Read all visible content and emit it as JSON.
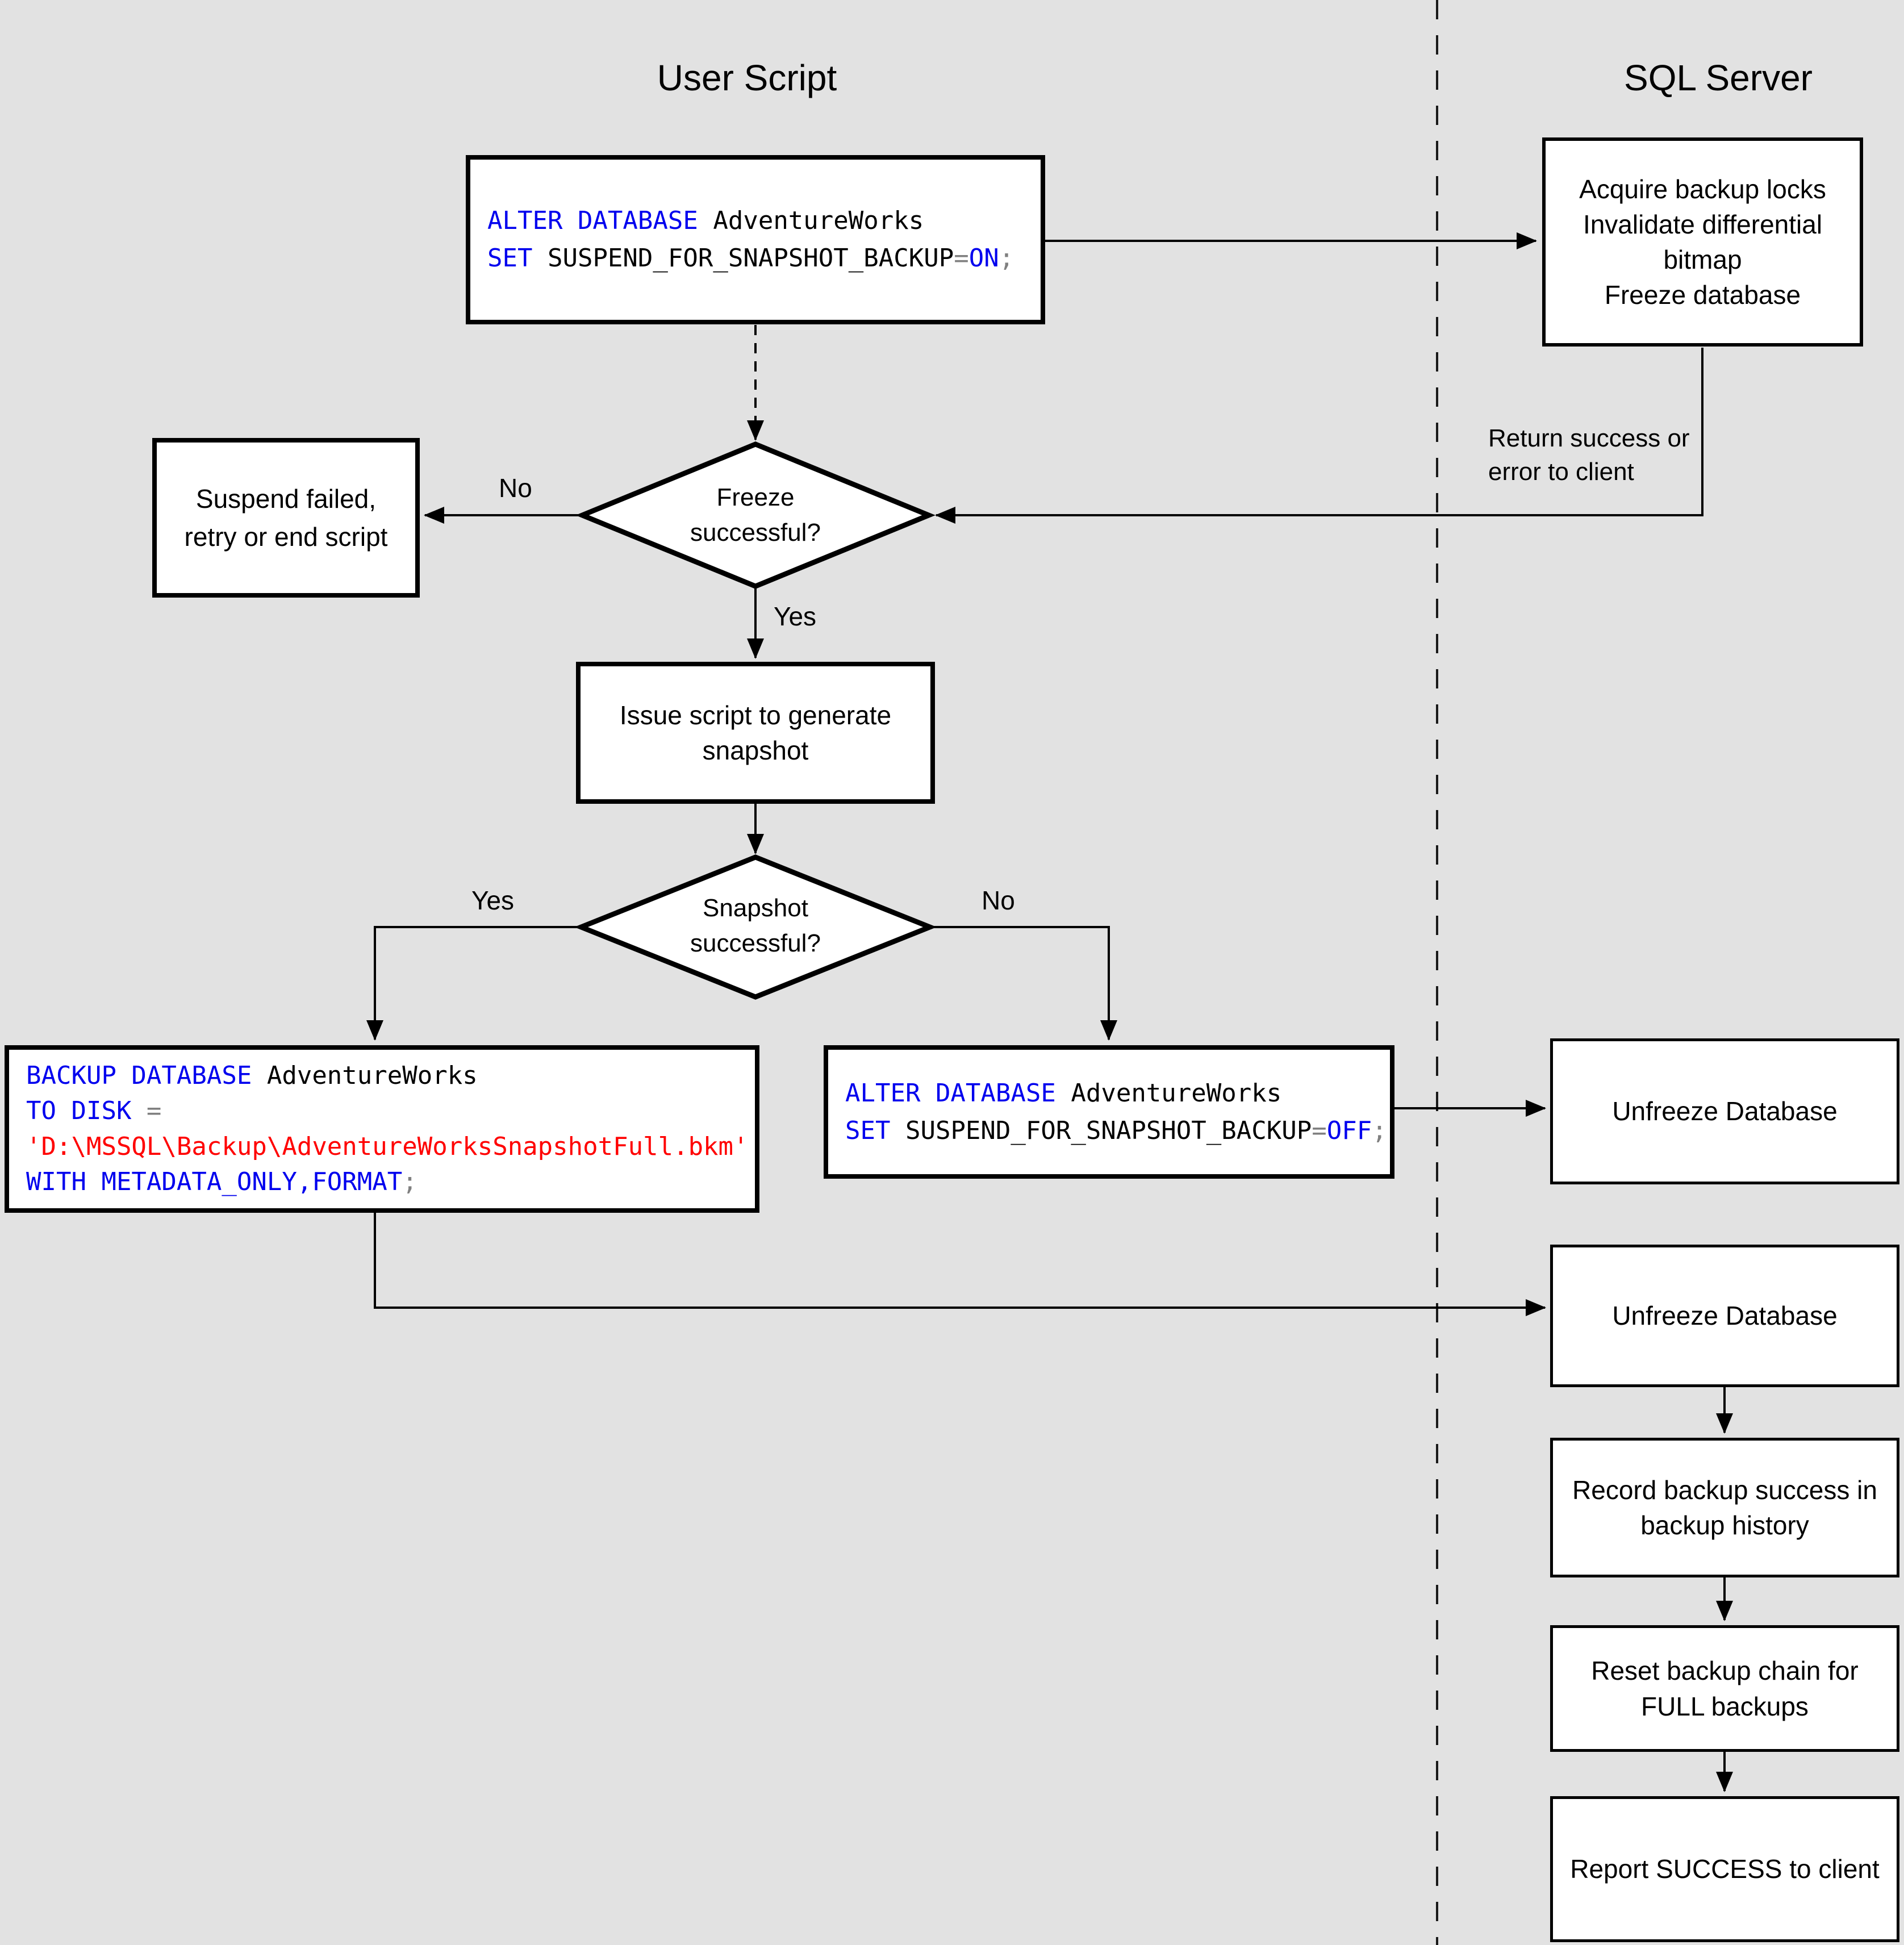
{
  "titles": {
    "left": "User Script",
    "right": "SQL Server"
  },
  "colors": {
    "keyword": "#0000ee",
    "identifier": "#000000",
    "operator": "#808080",
    "string": "#ff0000",
    "background": "#e2e2e2",
    "line": "#000000",
    "box_fill": "#ffffff"
  },
  "labels": {
    "freeze_no": "No",
    "freeze_yes": "Yes",
    "snapshot_yes": "Yes",
    "snapshot_no": "No",
    "return_note_line1": "Return success or",
    "return_note_line2": "error to client"
  },
  "nodes": {
    "alter_on": {
      "lines": [
        {
          "segs": [
            {
              "text": "ALTER DATABASE ",
              "color": "keyword"
            },
            {
              "text": "AdventureWorks",
              "color": "identifier"
            }
          ]
        },
        {
          "segs": [
            {
              "text": "SET ",
              "color": "keyword"
            },
            {
              "text": "SUSPEND_FOR_SNAPSHOT_BACKUP",
              "color": "identifier"
            },
            {
              "text": "=",
              "color": "operator"
            },
            {
              "text": "ON",
              "color": "keyword"
            },
            {
              "text": ";",
              "color": "operator"
            }
          ]
        }
      ]
    },
    "acquire": {
      "lines": [
        "Acquire backup locks",
        "Invalidate differential bitmap",
        "Freeze database"
      ]
    },
    "suspend_failed": {
      "text": "Suspend failed, retry or end script"
    },
    "freeze_q": {
      "text": "Freeze successful?"
    },
    "issue_script": {
      "text": "Issue script to generate snapshot"
    },
    "snapshot_q": {
      "text": "Snapshot successful?"
    },
    "backup_cmd": {
      "lines": [
        {
          "segs": [
            {
              "text": "BACKUP DATABASE ",
              "color": "keyword"
            },
            {
              "text": "AdventureWorks",
              "color": "identifier"
            }
          ]
        },
        {
          "segs": [
            {
              "text": "TO DISK ",
              "color": "keyword"
            },
            {
              "text": "=",
              "color": "operator"
            }
          ]
        },
        {
          "segs": [
            {
              "text": "'D:\\MSSQL\\Backup\\AdventureWorksSnapshotFull.bkm'",
              "color": "string"
            }
          ]
        },
        {
          "segs": [
            {
              "text": "WITH METADATA_ONLY,FORMAT",
              "color": "keyword"
            },
            {
              "text": ";",
              "color": "operator"
            }
          ]
        }
      ]
    },
    "alter_off": {
      "lines": [
        {
          "segs": [
            {
              "text": "ALTER DATABASE ",
              "color": "keyword"
            },
            {
              "text": "AdventureWorks",
              "color": "identifier"
            }
          ]
        },
        {
          "segs": [
            {
              "text": "SET ",
              "color": "keyword"
            },
            {
              "text": "SUSPEND_FOR_SNAPSHOT_BACKUP",
              "color": "identifier"
            },
            {
              "text": "=",
              "color": "operator"
            },
            {
              "text": "OFF",
              "color": "keyword"
            },
            {
              "text": ";",
              "color": "operator"
            }
          ]
        }
      ]
    },
    "unfreeze1": {
      "text": "Unfreeze Database"
    },
    "unfreeze2": {
      "text": "Unfreeze Database"
    },
    "record_history": {
      "text": "Record backup success in backup history"
    },
    "reset_chain": {
      "text": "Reset backup chain for FULL backups"
    },
    "report_success": {
      "text": "Report SUCCESS to client"
    }
  }
}
